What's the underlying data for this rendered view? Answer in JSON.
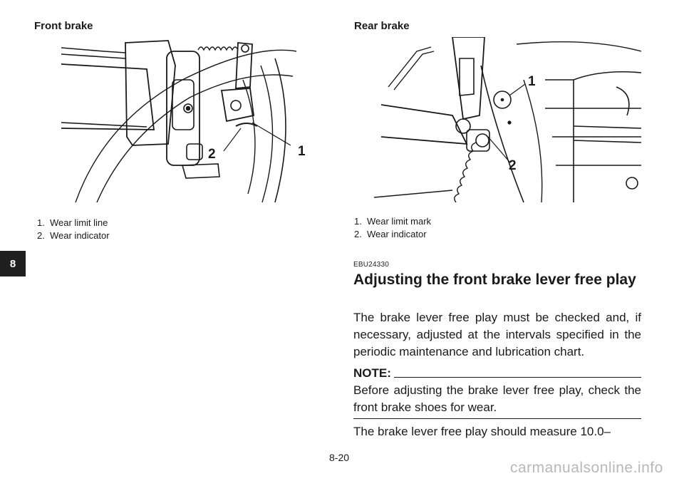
{
  "front": {
    "title": "Front brake",
    "callouts": [
      "1",
      "2"
    ],
    "legend": [
      {
        "num": "1.",
        "text": "Wear limit line"
      },
      {
        "num": "2.",
        "text": "Wear indicator"
      }
    ]
  },
  "rear": {
    "title": "Rear brake",
    "callouts": [
      "1",
      "2"
    ],
    "legend": [
      {
        "num": "1.",
        "text": "Wear limit mark"
      },
      {
        "num": "2.",
        "text": "Wear indicator"
      }
    ]
  },
  "chapter_tab": "8",
  "section": {
    "code": "EBU24330",
    "heading": "Adjusting the front brake lever free play",
    "paragraph": "The brake lever free play must be checked and, if necessary, adjusted at the intervals specified in the periodic maintenance and lubrication chart.",
    "note_label": "NOTE:",
    "note_text": "Before adjusting the brake lever free play, check the front brake shoes for wear.",
    "continuation": "The brake lever free play should measure 10.0–"
  },
  "page_number": "8-20",
  "watermark": "carmanualsonline.info"
}
